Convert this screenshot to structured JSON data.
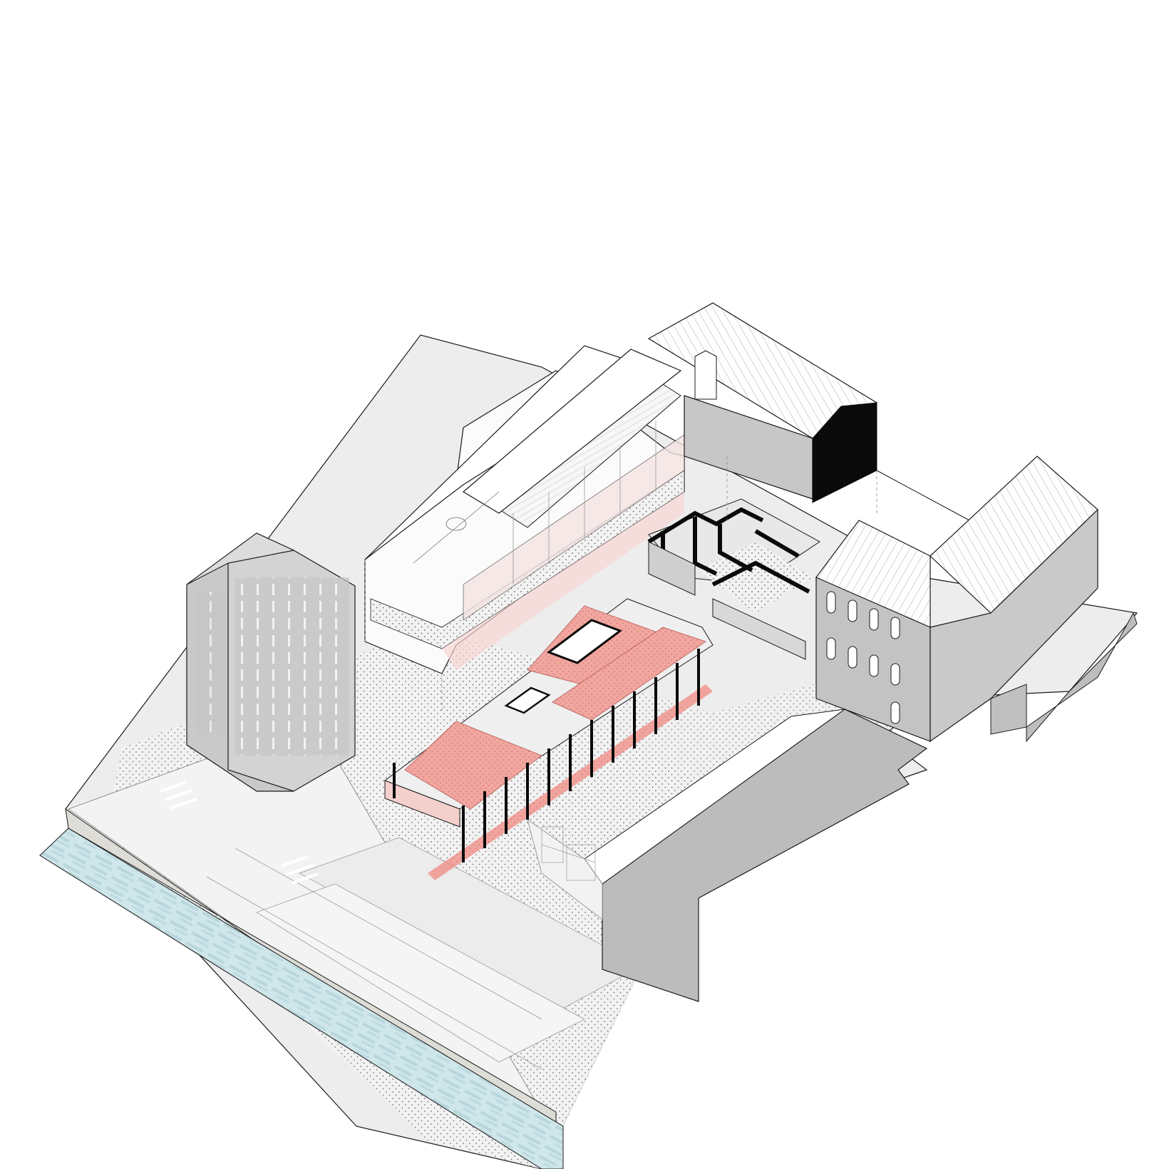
{
  "drawing": {
    "type": "axonometric site diagram",
    "background_color": "#ffffff",
    "palette": {
      "ground": "#ececec",
      "ground_light": "#f4f4f4",
      "building_grey": "#c4c4c4",
      "building_dark": "#b9b9b9",
      "roof_white": "#ffffff",
      "accent_black": "#0a0a0a",
      "highlight_red": "#f2a6a0",
      "highlight_red_light": "#f7cfcb",
      "water": "#cfe6ea",
      "quay": "#dedcd6",
      "line": "#1a1a1a",
      "hairline": "#8a8a8a"
    },
    "elements": [
      "ground-plane",
      "waterfront-canal",
      "quay-edge",
      "street-lanes",
      "tower-block",
      "sports-building",
      "pavilion-canopy",
      "red-activity-zones",
      "courtyard-walls",
      "gabled-hall",
      "historic-building",
      "east-block"
    ]
  }
}
